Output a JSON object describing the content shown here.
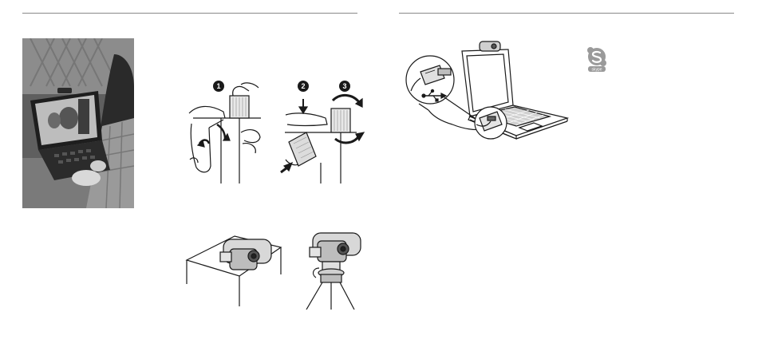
{
  "steps": {
    "one": "1",
    "two": "2",
    "three": "3"
  },
  "skype": {
    "wordmark": "skype"
  },
  "icons": {
    "usb": "usb-icon",
    "skype": "skype-logo-icon"
  },
  "colors": {
    "rule": "#8a8a8a",
    "ink": "#1a1a1a"
  }
}
